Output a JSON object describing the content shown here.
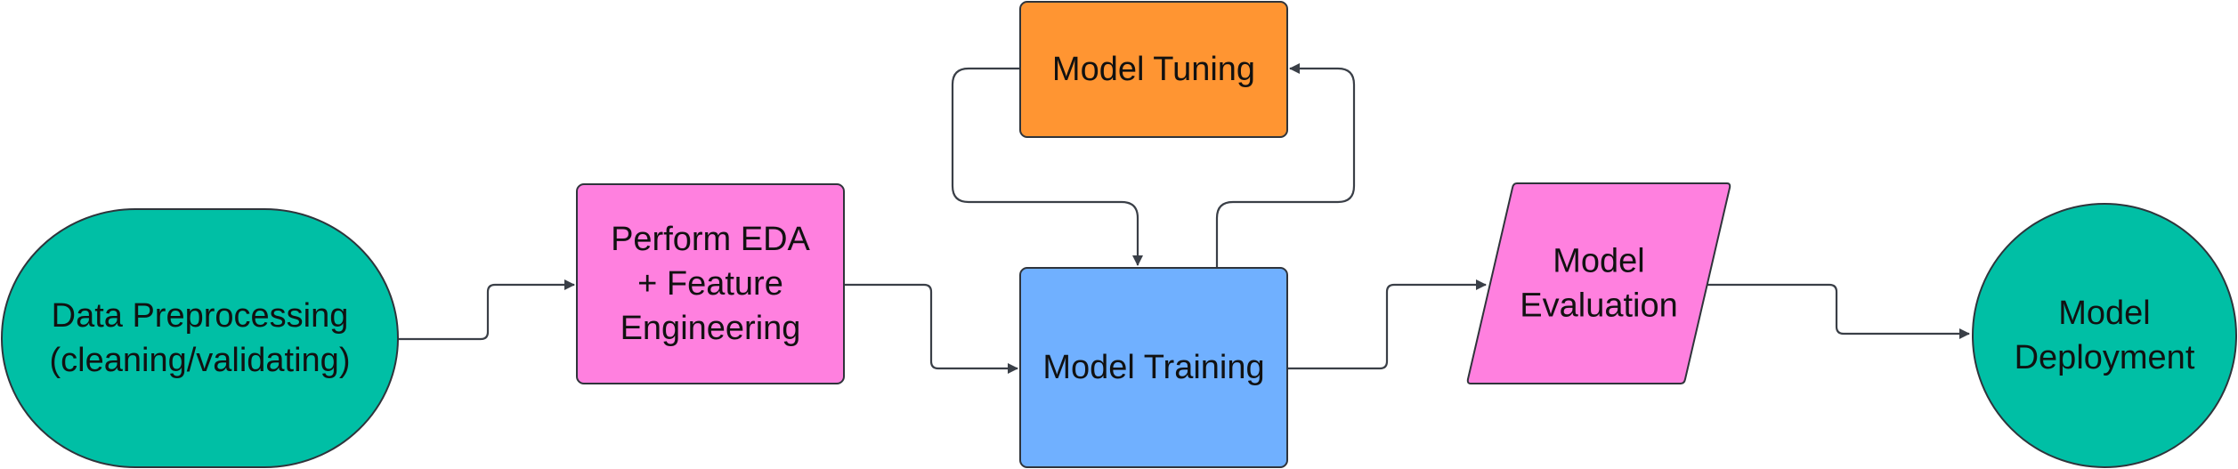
{
  "diagram": {
    "nodes": [
      {
        "id": "data_preprocessing",
        "shape": "stadium",
        "color": "#00bfa5",
        "lines": [
          "Data Preprocessing",
          "(cleaning/validating)"
        ]
      },
      {
        "id": "perform_eda",
        "shape": "rectangle",
        "color": "#ff80df",
        "lines": [
          "Perform EDA",
          "+ Feature",
          "Engineering"
        ]
      },
      {
        "id": "model_tuning",
        "shape": "rectangle",
        "color": "#ff9532",
        "lines": [
          "Model Tuning"
        ]
      },
      {
        "id": "model_training",
        "shape": "rectangle",
        "color": "#70b0ff",
        "lines": [
          "Model Training"
        ]
      },
      {
        "id": "model_evaluation",
        "shape": "parallelogram",
        "color": "#ff80df",
        "lines": [
          "Model",
          "Evaluation"
        ]
      },
      {
        "id": "model_deployment",
        "shape": "circle",
        "color": "#00bfa5",
        "lines": [
          "Model",
          "Deployment"
        ]
      }
    ],
    "edges": [
      {
        "from": "data_preprocessing",
        "to": "perform_eda"
      },
      {
        "from": "perform_eda",
        "to": "model_training"
      },
      {
        "from": "model_tuning",
        "to": "model_training"
      },
      {
        "from": "model_training",
        "to": "model_tuning"
      },
      {
        "from": "model_training",
        "to": "model_evaluation"
      },
      {
        "from": "model_evaluation",
        "to": "model_deployment"
      }
    ],
    "edge_color": "#3a3f47",
    "border_color": "#2f343b"
  }
}
